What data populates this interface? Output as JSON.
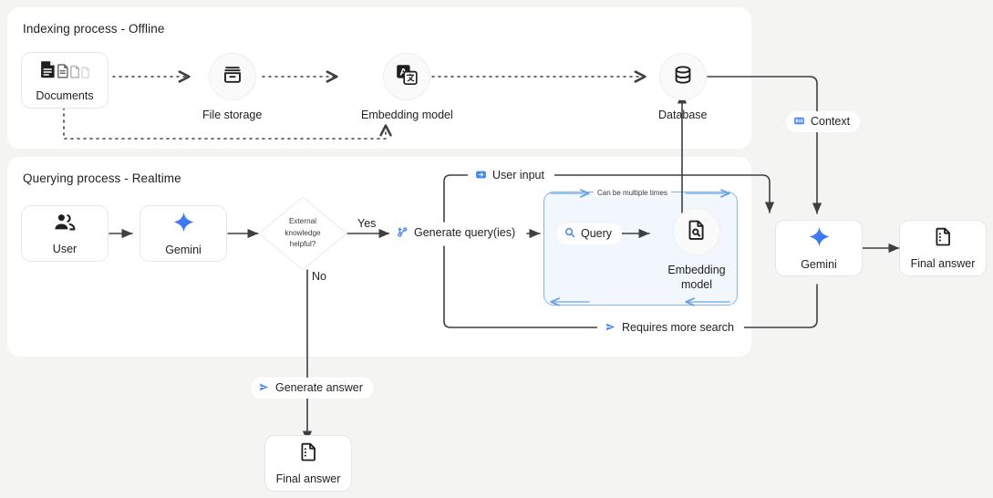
{
  "canvas": {
    "bg": "#f4f4f2",
    "panel_bg": "#ffffff"
  },
  "colors": {
    "accent_blue": "#4285f4",
    "loop_border": "#86b6e8",
    "loop_fill": "#f2f7fd",
    "wire": "#3c4043",
    "text": "#1f1f1f"
  },
  "panels": [
    {
      "id": "indexing",
      "title": "Indexing process - Offline"
    },
    {
      "id": "querying",
      "title": "Querying process - Realtime"
    }
  ],
  "indexing": {
    "nodes": [
      {
        "name": "documents",
        "label": "Documents",
        "icon": "documents-icon"
      },
      {
        "name": "file-storage",
        "label": "File storage",
        "icon": "archive-icon"
      },
      {
        "name": "embedding-model",
        "label": "Embedding model",
        "icon": "translate-icon"
      },
      {
        "name": "database",
        "label": "Database",
        "icon": "database-icon"
      }
    ]
  },
  "querying": {
    "nodes": [
      {
        "name": "user",
        "label": "User",
        "icon": "people-icon"
      },
      {
        "name": "gemini",
        "label": "Gemini",
        "icon": "gemini-sparkle-icon"
      }
    ],
    "decision": {
      "name": "external-knowledge-decision",
      "line1": "External",
      "line2": "knowledge",
      "line3": "helpful?",
      "branch_yes": "Yes",
      "branch_no": "No"
    },
    "loop": {
      "note": "Can be multiple times",
      "query_pill": {
        "label": "Query",
        "icon": "search-icon"
      },
      "embedding_model": {
        "label_line1": "Embedding",
        "label_line2": "model",
        "icon": "doc-search-icon"
      }
    },
    "pills": [
      {
        "name": "user-input-badge",
        "label": "User input",
        "icon": "input-chip-icon"
      },
      {
        "name": "generate-queries-badge",
        "label": "Generate query(ies)",
        "icon": "branch-icon"
      },
      {
        "name": "requires-more-search-badge",
        "label": "Requires more search",
        "icon": "send-icon"
      },
      {
        "name": "context-badge",
        "label": "Context",
        "icon": "context-chip-icon"
      },
      {
        "name": "generate-answer-badge",
        "label": "Generate answer",
        "icon": "send-icon"
      }
    ]
  },
  "output": {
    "gemini_right": {
      "label": "Gemini",
      "icon": "gemini-sparkle-icon"
    },
    "final_answer_right": {
      "label": "Final answer",
      "icon": "answer-doc-icon"
    },
    "final_answer_bottom": {
      "label": "Final answer",
      "icon": "answer-doc-icon"
    }
  }
}
